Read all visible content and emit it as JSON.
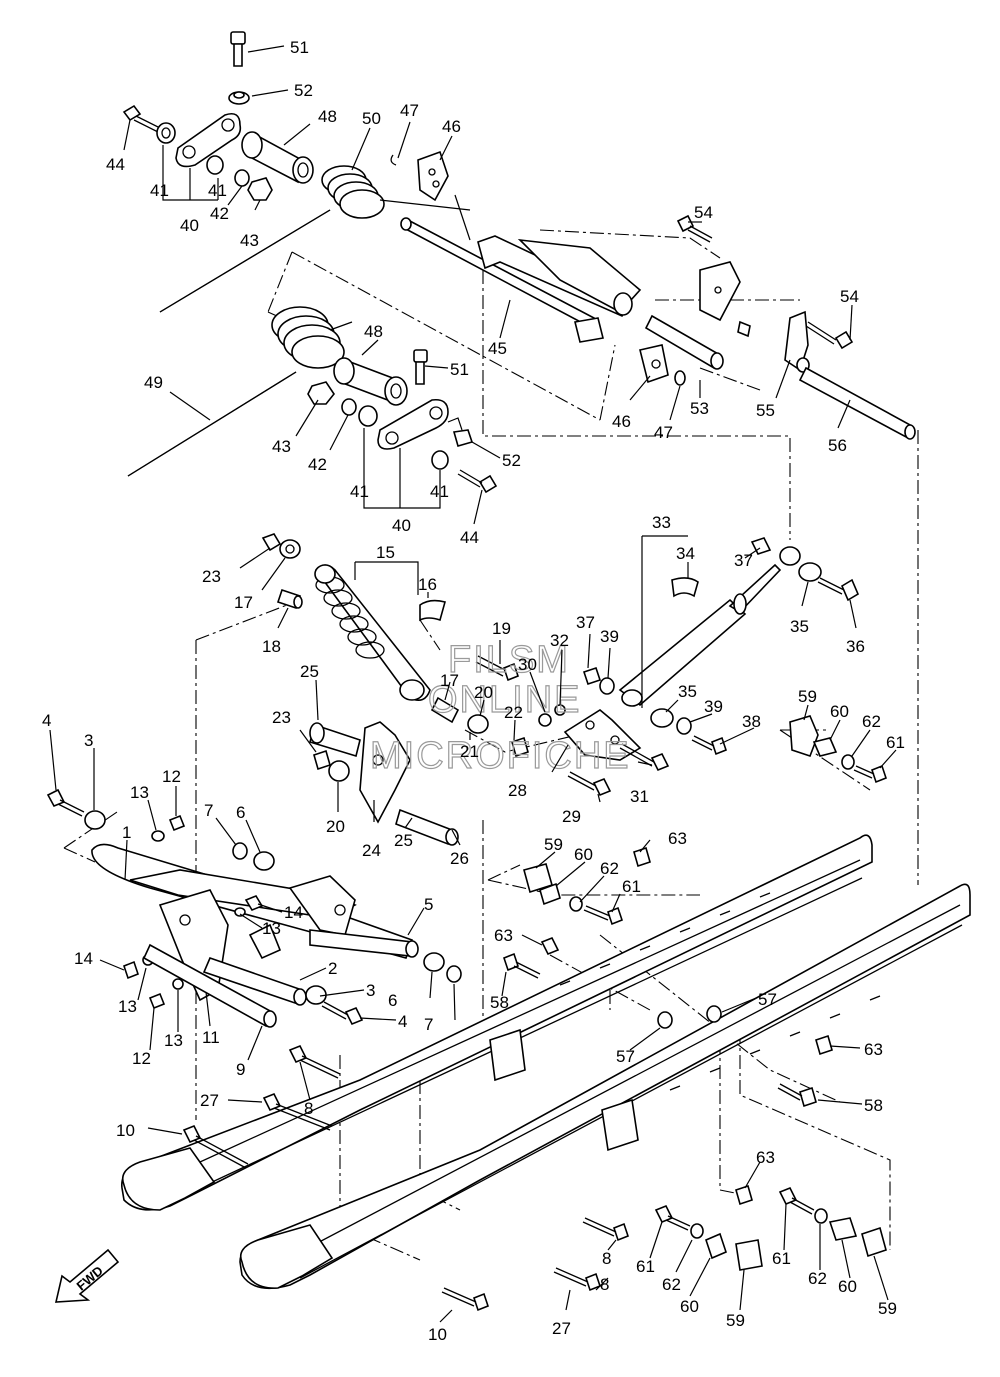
{
  "watermark": [
    "FILSM",
    "ONLINE",
    "MICROFICHE"
  ],
  "direction_label": "FWD",
  "callouts": [
    {
      "id": "c51a",
      "text": "51"
    },
    {
      "id": "c52a",
      "text": "52"
    },
    {
      "id": "c44a",
      "text": "44"
    },
    {
      "id": "c41a",
      "text": "41"
    },
    {
      "id": "c41b",
      "text": "41"
    },
    {
      "id": "c40a",
      "text": "40"
    },
    {
      "id": "c42a",
      "text": "42"
    },
    {
      "id": "c43a",
      "text": "43"
    },
    {
      "id": "c48a",
      "text": "48"
    },
    {
      "id": "c50",
      "text": "50"
    },
    {
      "id": "c47a",
      "text": "47"
    },
    {
      "id": "c46a",
      "text": "46"
    },
    {
      "id": "c54a",
      "text": "54"
    },
    {
      "id": "c54b",
      "text": "54"
    },
    {
      "id": "c45",
      "text": "45"
    },
    {
      "id": "c46b",
      "text": "46"
    },
    {
      "id": "c47b",
      "text": "47"
    },
    {
      "id": "c53",
      "text": "53"
    },
    {
      "id": "c55",
      "text": "55"
    },
    {
      "id": "c56",
      "text": "56"
    },
    {
      "id": "c48b",
      "text": "48"
    },
    {
      "id": "c51b",
      "text": "51"
    },
    {
      "id": "c49",
      "text": "49"
    },
    {
      "id": "c43b",
      "text": "43"
    },
    {
      "id": "c42b",
      "text": "42"
    },
    {
      "id": "c52b",
      "text": "52"
    },
    {
      "id": "c41c",
      "text": "41"
    },
    {
      "id": "c41d",
      "text": "41"
    },
    {
      "id": "c40b",
      "text": "40"
    },
    {
      "id": "c44b",
      "text": "44"
    },
    {
      "id": "c33",
      "text": "33"
    },
    {
      "id": "c34",
      "text": "34"
    },
    {
      "id": "c37a",
      "text": "37"
    },
    {
      "id": "c35a",
      "text": "35"
    },
    {
      "id": "c36",
      "text": "36"
    },
    {
      "id": "c15",
      "text": "15"
    },
    {
      "id": "c16",
      "text": "16"
    },
    {
      "id": "c23a",
      "text": "23"
    },
    {
      "id": "c17a",
      "text": "17"
    },
    {
      "id": "c18",
      "text": "18"
    },
    {
      "id": "c19",
      "text": "19"
    },
    {
      "id": "c32",
      "text": "32"
    },
    {
      "id": "c37b",
      "text": "37"
    },
    {
      "id": "c39a",
      "text": "39"
    },
    {
      "id": "c30",
      "text": "30"
    },
    {
      "id": "c17b",
      "text": "17"
    },
    {
      "id": "c20a",
      "text": "20"
    },
    {
      "id": "c22",
      "text": "22"
    },
    {
      "id": "c21",
      "text": "21"
    },
    {
      "id": "c35b",
      "text": "35"
    },
    {
      "id": "c39b",
      "text": "39"
    },
    {
      "id": "c38",
      "text": "38"
    },
    {
      "id": "c59a",
      "text": "59"
    },
    {
      "id": "c60a",
      "text": "60"
    },
    {
      "id": "c62a",
      "text": "62"
    },
    {
      "id": "c61a",
      "text": "61"
    },
    {
      "id": "c25a",
      "text": "25"
    },
    {
      "id": "c23b",
      "text": "23"
    },
    {
      "id": "c28",
      "text": "28"
    },
    {
      "id": "c29",
      "text": "29"
    },
    {
      "id": "c31",
      "text": "31"
    },
    {
      "id": "c20b",
      "text": "20"
    },
    {
      "id": "c24",
      "text": "24"
    },
    {
      "id": "c25b",
      "text": "25"
    },
    {
      "id": "c26",
      "text": "26"
    },
    {
      "id": "c4a",
      "text": "4"
    },
    {
      "id": "c3a",
      "text": "3"
    },
    {
      "id": "c12a",
      "text": "12"
    },
    {
      "id": "c13a",
      "text": "13"
    },
    {
      "id": "c7a",
      "text": "7"
    },
    {
      "id": "c6a",
      "text": "6"
    },
    {
      "id": "c1",
      "text": "1"
    },
    {
      "id": "c63a",
      "text": "63"
    },
    {
      "id": "c59b",
      "text": "59"
    },
    {
      "id": "c60b",
      "text": "60"
    },
    {
      "id": "c62b",
      "text": "62"
    },
    {
      "id": "c61b",
      "text": "61"
    },
    {
      "id": "c14a",
      "text": "14"
    },
    {
      "id": "c13b",
      "text": "13"
    },
    {
      "id": "c5",
      "text": "5"
    },
    {
      "id": "c14b",
      "text": "14"
    },
    {
      "id": "c2",
      "text": "2"
    },
    {
      "id": "c13c",
      "text": "13"
    },
    {
      "id": "c3b",
      "text": "3"
    },
    {
      "id": "c6b",
      "text": "6"
    },
    {
      "id": "c4b",
      "text": "4"
    },
    {
      "id": "c7b",
      "text": "7"
    },
    {
      "id": "c13d",
      "text": "13"
    },
    {
      "id": "c12b",
      "text": "12"
    },
    {
      "id": "c11",
      "text": "11"
    },
    {
      "id": "c9",
      "text": "9"
    },
    {
      "id": "c63b",
      "text": "63"
    },
    {
      "id": "c58a",
      "text": "58"
    },
    {
      "id": "c57a",
      "text": "57"
    },
    {
      "id": "c57b",
      "text": "57"
    },
    {
      "id": "c63c",
      "text": "63"
    },
    {
      "id": "c58b",
      "text": "58"
    },
    {
      "id": "c27a",
      "text": "27"
    },
    {
      "id": "c8a",
      "text": "8"
    },
    {
      "id": "c10a",
      "text": "10"
    },
    {
      "id": "c63d",
      "text": "63"
    },
    {
      "id": "c8b",
      "text": "8"
    },
    {
      "id": "c8c",
      "text": "8"
    },
    {
      "id": "c61c",
      "text": "61"
    },
    {
      "id": "c62c",
      "text": "62"
    },
    {
      "id": "c60c",
      "text": "60"
    },
    {
      "id": "c59c",
      "text": "59"
    },
    {
      "id": "c61d",
      "text": "61"
    },
    {
      "id": "c62d",
      "text": "62"
    },
    {
      "id": "c60d",
      "text": "60"
    },
    {
      "id": "c59d",
      "text": "59"
    },
    {
      "id": "c27b",
      "text": "27"
    },
    {
      "id": "c10b",
      "text": "10"
    }
  ]
}
